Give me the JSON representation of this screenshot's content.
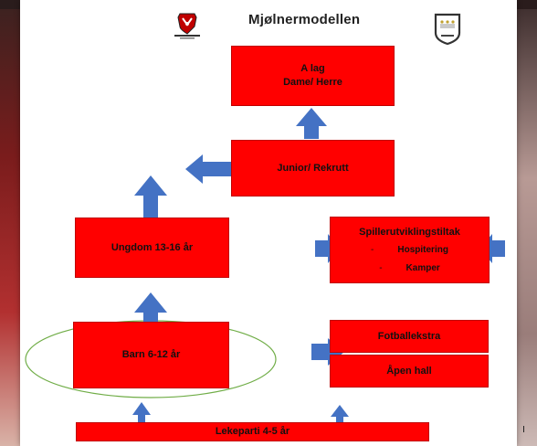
{
  "header": {
    "title": "Mjølnermodellen",
    "club_logo_icon": "club-crest-logo-icon",
    "badge_logo_icon": "three-star-quality-club-badge-icon"
  },
  "boxes": {
    "a_lag": {
      "line1": "A lag",
      "line2": "Dame/ Herre"
    },
    "junior": "Junior/ Rekrutt",
    "ungdom": "Ungdom 13-16 år",
    "spillerutvikling": {
      "title": "Spillerutviklingstiltak",
      "items": [
        "Hospitering",
        "Kamper"
      ],
      "bullet": "-"
    },
    "barn": "Barn 6-12 år",
    "fotballekstra": "Fotballekstra",
    "apen_hall": "Åpen hall",
    "lekeparti": "Lekeparti 4-5 år"
  },
  "colors": {
    "box_fill": "#ff0000",
    "arrow_fill": "#4472c4",
    "ellipse_stroke": "#70ad47"
  }
}
